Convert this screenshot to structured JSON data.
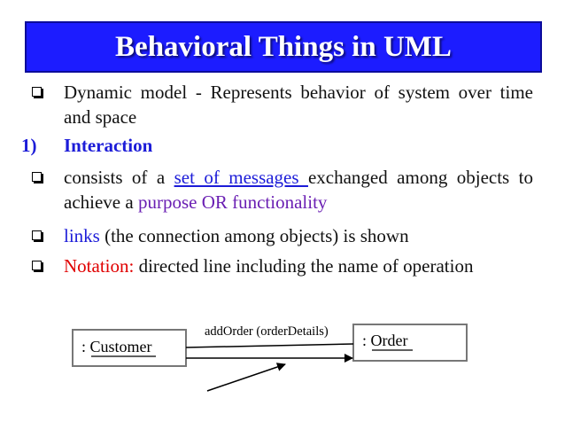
{
  "title": "Behavioral Things in UML",
  "bullets": {
    "b1_text": "Dynamic model - Represents behavior of system over time and space",
    "numbered_index": "1)",
    "numbered_label": "Interaction",
    "b2_part1": "consists of a ",
    "b2_link": "set of messages ",
    "b2_part2": "exchanged among objects to achieve a ",
    "b2_highlight": "purpose OR functionality",
    "b3_link": "links",
    "b3_rest": " (the connection among objects) is shown",
    "b4_label": "Notation:",
    "b4_rest": " directed line including the name of operation"
  },
  "diagram": {
    "left_object": ": Customer",
    "right_object": ": Order",
    "message": "addOrder (orderDetails)"
  },
  "colors": {
    "title_bg": "#1c1cff",
    "accent_blue": "#1c1cd8",
    "accent_purple": "#6a1fb3",
    "accent_red": "#e00000"
  }
}
